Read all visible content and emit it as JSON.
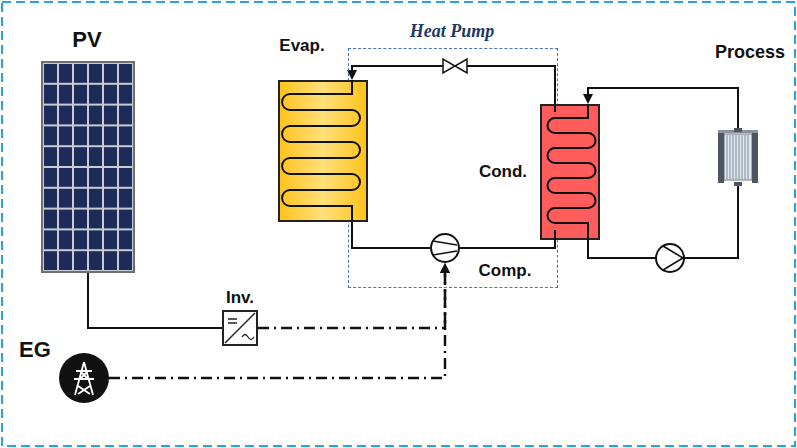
{
  "diagram": {
    "nodes": [
      {
        "text": [
          "PV"
        ]
      },
      {
        "text": [
          "Heat Pump"
        ]
      },
      {
        "text": [
          "Evap."
        ]
      },
      {
        "text": [
          "Cond."
        ]
      },
      {
        "text": [
          "Comp."
        ],
        "in": 1
      },
      {
        "text": [
          "Process"
        ]
      },
      {
        "text": [
          "Inv."
        ]
      },
      {
        "text": [
          "EG"
        ]
      }
    ],
    "edges": [
      {
        "from": 0,
        "to": 6,
        "arrow": "none"
      },
      {
        "from": 6,
        "to": 4,
        "arrow": "to"
      },
      {
        "from": 7,
        "to": 4,
        "arrow": "to"
      },
      {
        "from": 2,
        "to": 4,
        "arrow": "none"
      },
      {
        "from": 4,
        "to": 3,
        "arrow": "none"
      },
      {
        "from": 3,
        "to": 2,
        "arrow": "to"
      },
      {
        "from": 3,
        "to": 5,
        "arrow": "none"
      },
      {
        "from": 5,
        "to": 3,
        "arrow": "to"
      }
    ]
  }
}
